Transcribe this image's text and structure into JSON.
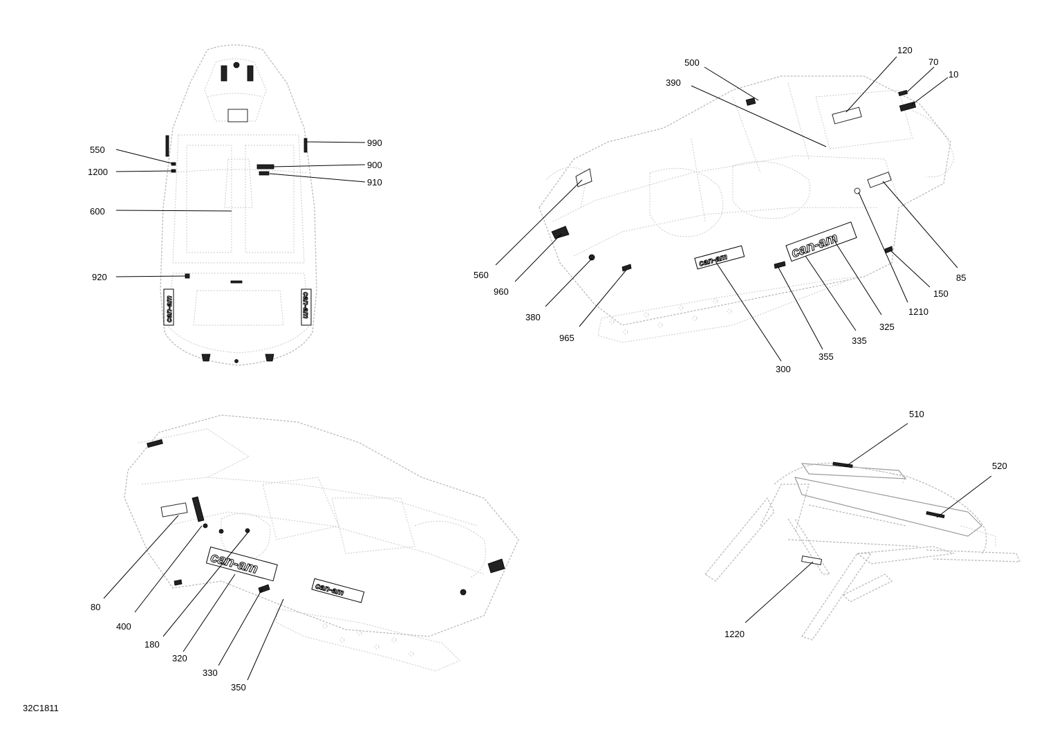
{
  "figure_code": "32C1811",
  "brand_mark": "can-am",
  "views": {
    "top": {
      "callouts": [
        "550",
        "1200",
        "600",
        "920",
        "990",
        "900",
        "910"
      ]
    },
    "right_iso": {
      "callouts": [
        "500",
        "390",
        "120",
        "70",
        "10",
        "560",
        "960",
        "380",
        "965",
        "300",
        "355",
        "335",
        "325",
        "1210",
        "150",
        "85"
      ]
    },
    "left_iso": {
      "callouts": [
        "80",
        "400",
        "180",
        "320",
        "330",
        "350"
      ]
    },
    "cage": {
      "callouts": [
        "510",
        "520",
        "1220"
      ]
    }
  }
}
